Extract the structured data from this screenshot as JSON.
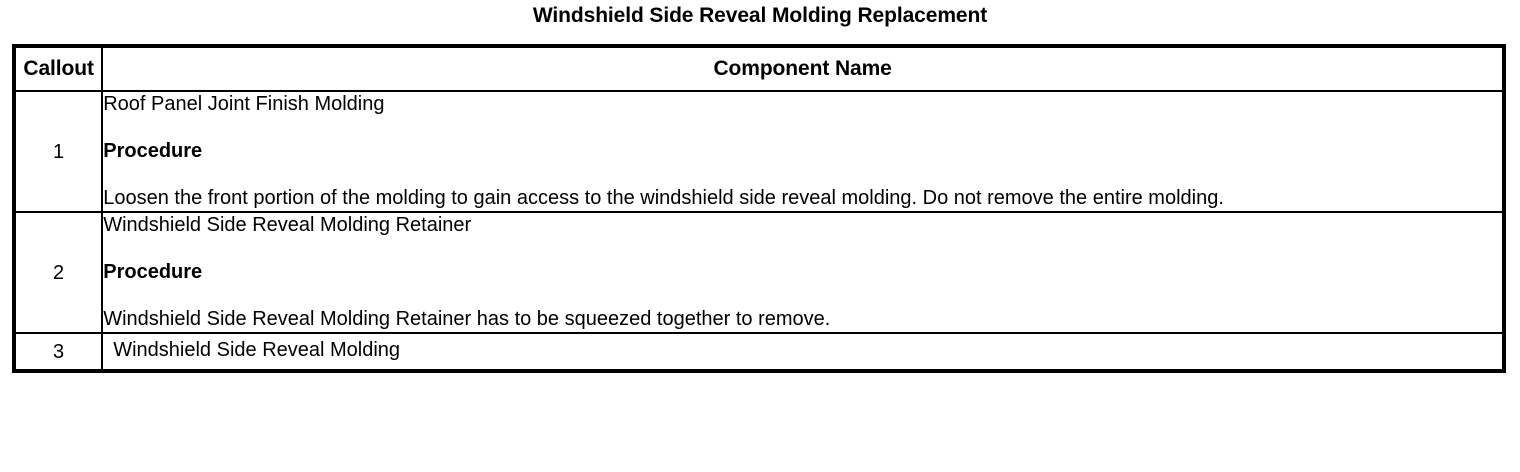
{
  "document": {
    "title": "Windshield Side Reveal Molding Replacement"
  },
  "table": {
    "headers": {
      "callout": "Callout",
      "component_name": "Component Name"
    },
    "rows": [
      {
        "callout": "1",
        "component": "Roof Panel Joint Finish Molding",
        "procedure_label": "Procedure",
        "procedure_text": "Loosen the front portion of the molding to gain access to the windshield side reveal molding. Do not remove the entire molding."
      },
      {
        "callout": "2",
        "component": "Windshield Side Reveal Molding Retainer",
        "procedure_label": "Procedure",
        "procedure_text": "Windshield Side Reveal Molding Retainer has to be squeezed together to remove."
      },
      {
        "callout": "3",
        "component": "Windshield Side Reveal Molding"
      }
    ]
  },
  "colors": {
    "text": "#000000",
    "background": "#ffffff",
    "border": "#000000"
  }
}
